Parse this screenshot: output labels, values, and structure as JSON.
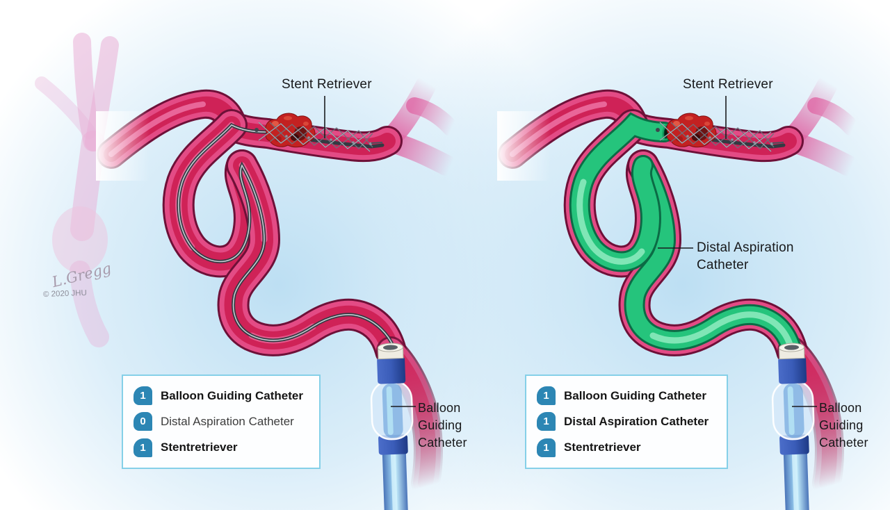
{
  "illustration": {
    "subject": "Mechanical thrombectomy technique comparison, two panels",
    "signature": {
      "artist": "L.Gregg",
      "copyright": "© 2020 JHU"
    },
    "colors": {
      "background_glow": "#c3e2f5",
      "vessel_pink": "#e34b85",
      "vessel_core": "#cf2257",
      "vessel_outline": "#6e1038",
      "clot_red": "#c32121",
      "stent_wire_gray": "#6a737e",
      "guidewire_dark": "#343a42",
      "aspiration_catheter_green": "#22c178",
      "balloon_catheter_blue": "#2b4fa3",
      "catheter_shaft_blue": "#8fc2e8",
      "legend_border": "#85d0e8",
      "badge_blue": "#2c86b4",
      "text_dark": "#17181a"
    }
  },
  "panels": [
    {
      "side": "left",
      "labels": {
        "stent_retriever": "Stent Retriever",
        "balloon_guiding_catheter": "Balloon\nGuiding\nCatheter"
      },
      "legend": {
        "items": [
          {
            "count": "1",
            "label": "Balloon Guiding Catheter",
            "bold": true
          },
          {
            "count": "0",
            "label": "Distal Aspiration Catheter",
            "bold": false
          },
          {
            "count": "1",
            "label": "Stentretriever",
            "bold": true
          }
        ]
      }
    },
    {
      "side": "right",
      "labels": {
        "stent_retriever": "Stent Retriever",
        "distal_aspiration_catheter": "Distal Aspiration\nCatheter",
        "balloon_guiding_catheter": "Balloon\nGuiding\nCatheter"
      },
      "legend": {
        "items": [
          {
            "count": "1",
            "label": "Balloon Guiding Catheter",
            "bold": true
          },
          {
            "count": "1",
            "label": "Distal Aspiration Catheter",
            "bold": true
          },
          {
            "count": "1",
            "label": "Stentretriever",
            "bold": true
          }
        ]
      }
    }
  ]
}
